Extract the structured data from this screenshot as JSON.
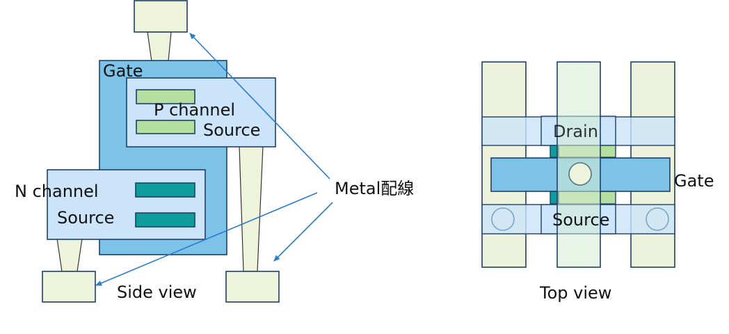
{
  "side_view": {
    "caption": "Side view",
    "gate_label": "Gate",
    "p_channel_label": "P channel",
    "p_source_label": "Source",
    "n_channel_label": "N channel",
    "n_source_label": "Source"
  },
  "annotation": {
    "metal_label": "Metal配線",
    "arrow_color": "#2b7bd0"
  },
  "top_view": {
    "caption": "Top view",
    "drain_label": "Drain",
    "gate_label": "Gate",
    "source_label": "Source"
  },
  "colors": {
    "gate": "#7dc3e8",
    "channel_region": "#cbe4fa",
    "p_channel_bar": "#b5dea1",
    "n_channel_bar": "#0e9c9c",
    "metal_pad": "#eef3dc",
    "outline": "#1f3f66"
  }
}
